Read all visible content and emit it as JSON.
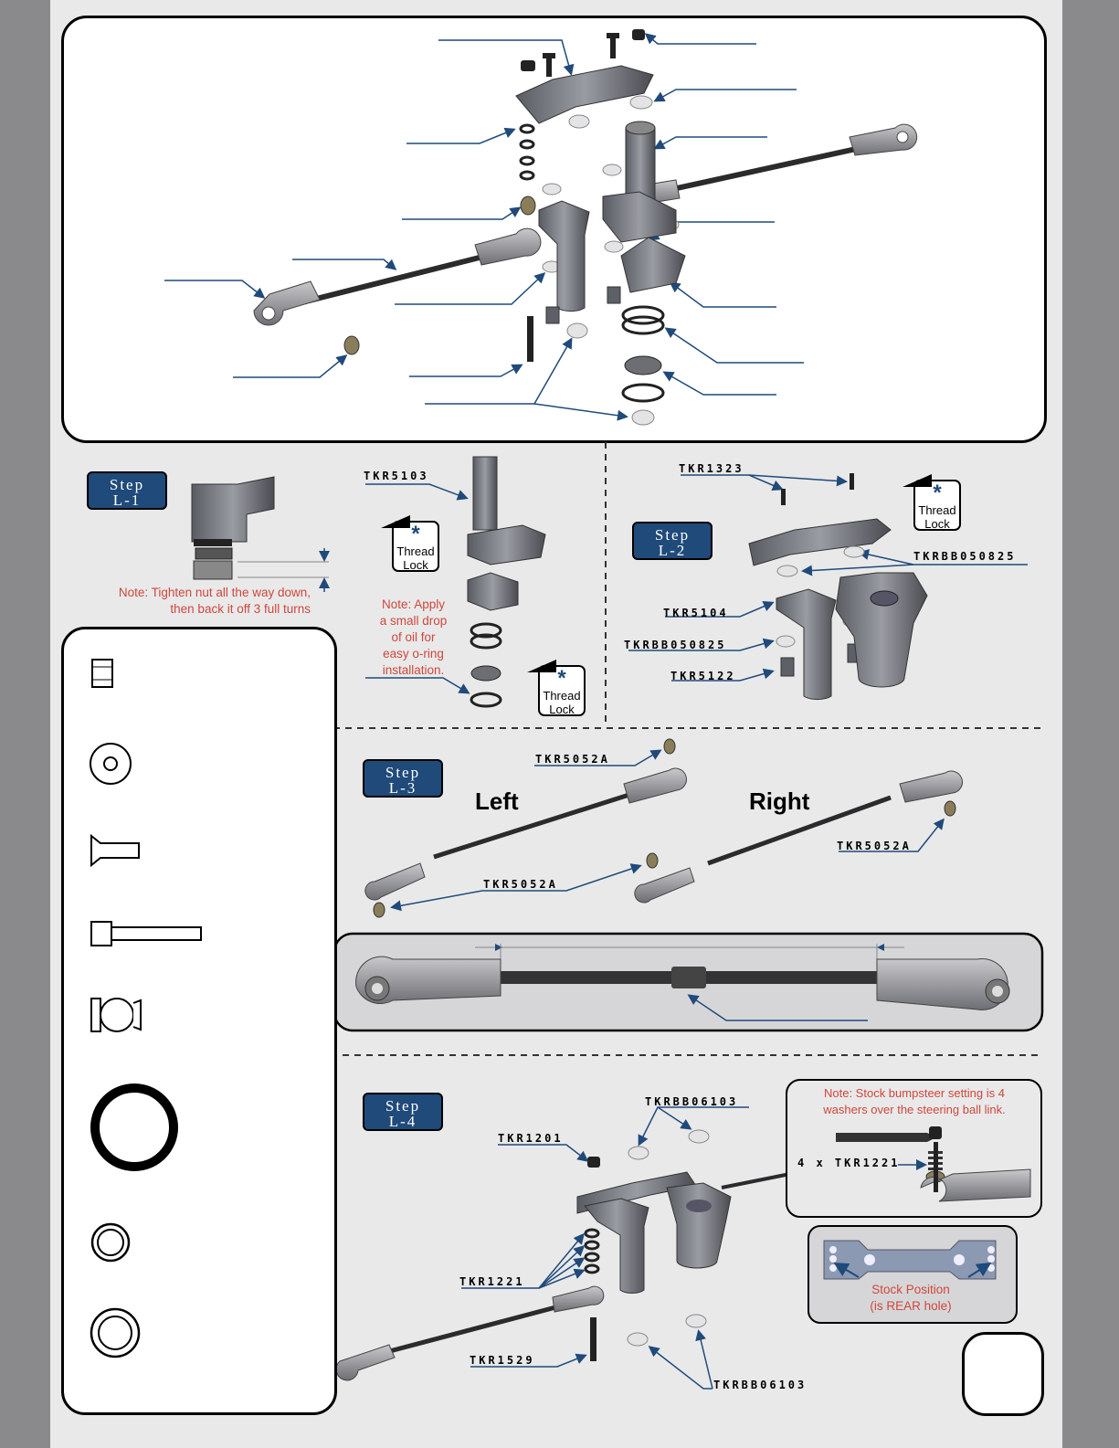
{
  "colors": {
    "accent": "#1f4a7a",
    "note": "#d0473b",
    "arrow": "#1f4a7a"
  },
  "step_l1": {
    "title": "Step",
    "num": "L-1",
    "note_line1": "Note: Tighten nut all the way down,",
    "note_line2": "then back it off 3 full turns"
  },
  "center": {
    "tkr5103": "TKR5103",
    "oil_note": [
      "Note: Apply",
      "a small drop",
      "of oil for",
      "easy o-ring",
      "installation."
    ]
  },
  "thread_lock": {
    "line1": "Thread",
    "line2": "Lock"
  },
  "step_l2": {
    "title": "Step",
    "num": "L-2",
    "labels": {
      "tkr1323": "TKR1323",
      "tkrbb050825_a": "TKRBB050825",
      "tkr5104": "TKR5104",
      "tkrbb050825_b": "TKRBB050825",
      "tkr5122": "TKR5122"
    }
  },
  "step_l3": {
    "title": "Step",
    "num": "L-3",
    "left": "Left",
    "right": "Right",
    "labels": {
      "top": "TKR5052A",
      "right": "TKR5052A",
      "bottom": "TKR5052A"
    }
  },
  "step_l4": {
    "title": "Step",
    "num": "L-4",
    "labels": {
      "tkrbb06103_top": "TKRBB06103",
      "tkr1201": "TKR1201",
      "tkr1221": "TKR1221",
      "tkr1529": "TKR1529",
      "tkrbb06103_bottom": "TKRBB06103"
    },
    "bump_note_line1": "Note: Stock bumpsteer setting is 4",
    "bump_note_line2": "washers over the steering ball link.",
    "washers_label": "4 x TKR1221",
    "stock_line1": "Stock Position",
    "stock_line2": "(is REAR hole)"
  },
  "hardware_icons": [
    "locknut-icon",
    "washer-icon",
    "flat-head-screw-icon",
    "cap-screw-icon",
    "ball-stud-icon",
    "o-ring-icon",
    "bearing-small-icon",
    "bearing-large-icon"
  ]
}
